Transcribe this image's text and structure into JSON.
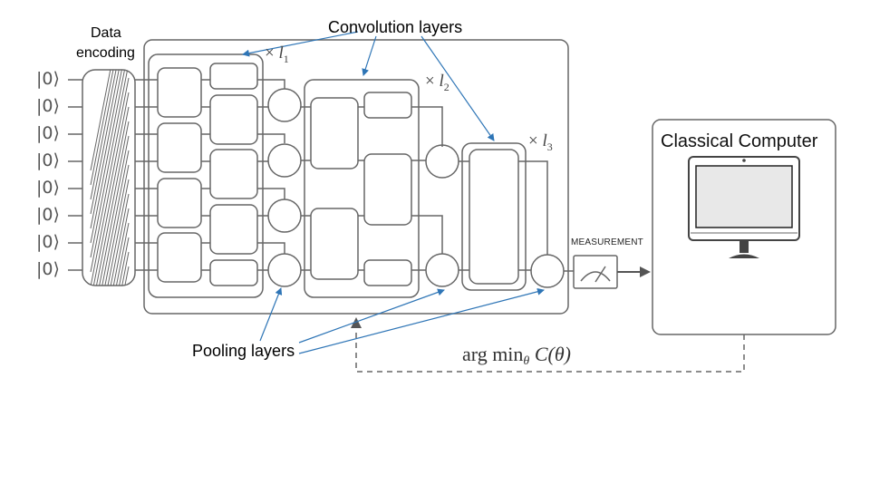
{
  "inputs": [
    "|0⟩",
    "|0⟩",
    "|0⟩",
    "|0⟩",
    "|0⟩",
    "|0⟩",
    "|0⟩",
    "|0⟩"
  ],
  "labels": {
    "data_encoding_line1": "Data",
    "data_encoding_line2": "encoding",
    "convolution_layers": "Convolution layers",
    "pooling_layers": "Pooling layers",
    "measurement": "MEASUREMENT",
    "classical_computer": "Classical Computer"
  },
  "multipliers": {
    "symbol": "×",
    "var": "l",
    "l1": "1",
    "l2": "2",
    "l3": "3"
  },
  "optimization": {
    "prefix": "arg min",
    "subscript": "θ",
    "function": "C(θ)"
  },
  "colors": {
    "line": "#666666",
    "arrow_blue": "#2E75B6",
    "screen_fill": "#e8e8e8"
  }
}
